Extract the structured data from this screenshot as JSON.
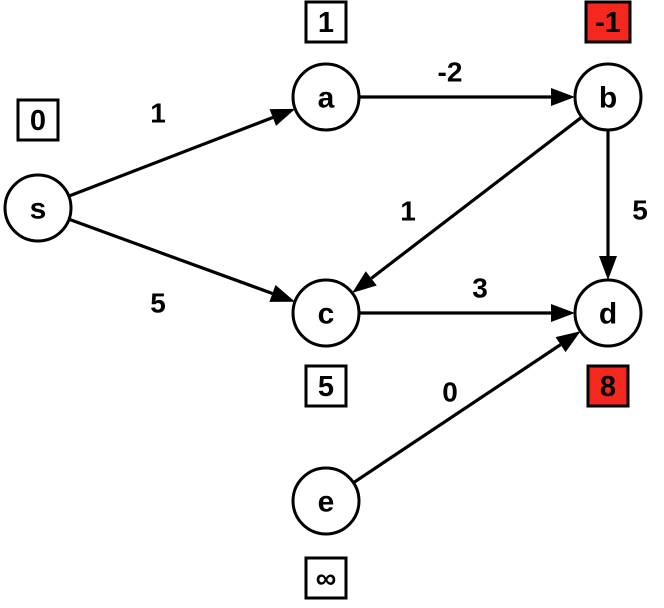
{
  "diagram": {
    "type": "directed-weighted-graph",
    "colors": {
      "highlight": "#f5281f",
      "normal_box": "#ffffff",
      "stroke": "#000000"
    },
    "nodes": [
      {
        "id": "s",
        "label": "s",
        "distance": "0",
        "highlighted": false
      },
      {
        "id": "a",
        "label": "a",
        "distance": "1",
        "highlighted": false
      },
      {
        "id": "b",
        "label": "b",
        "distance": "-1",
        "highlighted": true
      },
      {
        "id": "c",
        "label": "c",
        "distance": "5",
        "highlighted": false
      },
      {
        "id": "d",
        "label": "d",
        "distance": "8",
        "highlighted": true
      },
      {
        "id": "e",
        "label": "e",
        "distance": "∞",
        "highlighted": false
      }
    ],
    "edges": [
      {
        "from": "s",
        "to": "a",
        "weight": "1"
      },
      {
        "from": "s",
        "to": "c",
        "weight": "5"
      },
      {
        "from": "a",
        "to": "b",
        "weight": "-2"
      },
      {
        "from": "b",
        "to": "c",
        "weight": "1"
      },
      {
        "from": "b",
        "to": "d",
        "weight": "5"
      },
      {
        "from": "c",
        "to": "d",
        "weight": "3"
      },
      {
        "from": "e",
        "to": "d",
        "weight": "0"
      }
    ]
  }
}
